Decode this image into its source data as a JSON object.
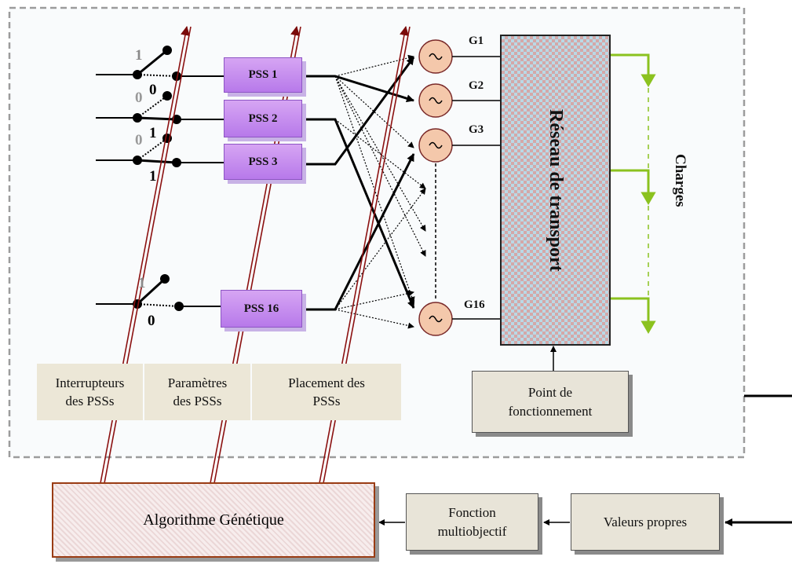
{
  "switches": [
    {
      "top_label": "1",
      "bottom_label": "0"
    },
    {
      "top_label": "0",
      "bottom_label": "1"
    },
    {
      "top_label": "0",
      "bottom_label": "1"
    },
    {
      "top_label": "1",
      "bottom_label": "0"
    }
  ],
  "pss_blocks": [
    "PSS 1",
    "PSS 2",
    "PSS 3",
    "PSS 16"
  ],
  "generators": [
    "G1",
    "G2",
    "G3",
    "G16"
  ],
  "network_label": "Réseau de transport",
  "loads_label": "Charges",
  "bottom_labels": {
    "switches": "Interrupteurs des PSSs",
    "parameters": "Paramètres des PSSs",
    "placement": "Placement des PSSs"
  },
  "operating_point": "Point de fonctionnement",
  "algorithm": "Algorithme Génétique",
  "objective": "Fonction multiobjectif",
  "eigenvalues": "Valeurs propres",
  "colors": {
    "pss": "#c08cf0",
    "load_arrow": "#8bc21f",
    "red_line": "#8b1010",
    "frame": "#9c9c9c"
  }
}
